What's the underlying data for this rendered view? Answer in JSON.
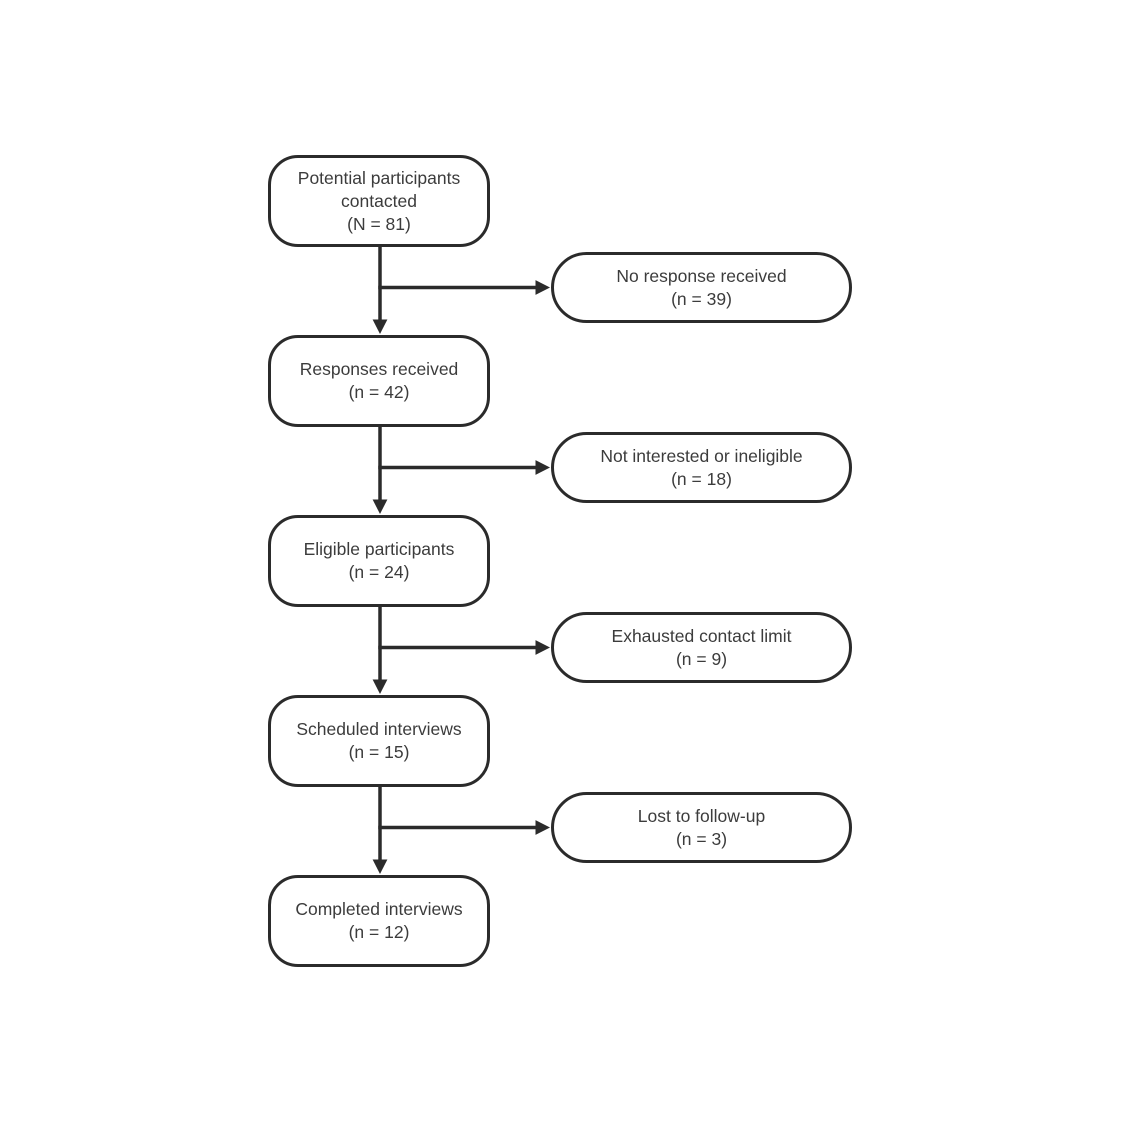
{
  "diagram": {
    "background": "#ffffff",
    "line_color": "#2b2b2b",
    "text_color": "#3c3c3c",
    "main_boxes": [
      {
        "label": "Potential participants contacted",
        "count": "(N = 81)"
      },
      {
        "label": "Responses received",
        "count": "(n = 42)"
      },
      {
        "label": "Eligible participants",
        "count": "(n = 24)"
      },
      {
        "label": "Scheduled interviews",
        "count": "(n = 15)"
      },
      {
        "label": "Completed interviews",
        "count": "(n = 12)"
      }
    ],
    "side_boxes": [
      {
        "label": "No response received",
        "count": "(n = 39)"
      },
      {
        "label": "Not interested or ineligible",
        "count": "(n = 18)"
      },
      {
        "label": "Exhausted contact limit",
        "count": "(n = 9)"
      },
      {
        "label": "Lost to follow-up",
        "count": "(n = 3)"
      }
    ]
  }
}
